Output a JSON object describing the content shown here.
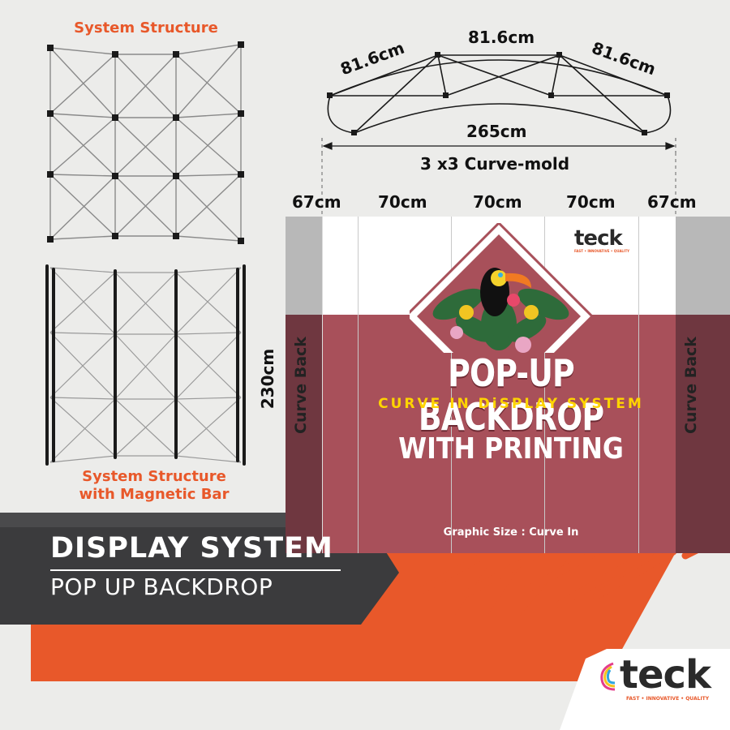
{
  "structure": {
    "top_label": "System Structure",
    "bottom_label_line1": "System Structure",
    "bottom_label_line2": "with Magnetic Bar"
  },
  "top_diagram": {
    "arc_left": "81.6cm",
    "arc_mid": "81.6cm",
    "arc_right": "81.6cm",
    "width": "265cm",
    "caption": "3 x3 Curve-mold"
  },
  "panel_widths": [
    "67cm",
    "70cm",
    "70cm",
    "70cm",
    "67cm"
  ],
  "height": "230cm",
  "backdrop": {
    "curve_back_left": "Curve Back",
    "curve_back_right": "Curve Back",
    "title": "POP-UP BACKDROP",
    "subtitle": "CURVE IN DiSPLAY SYSTEM",
    "with_printing": "WITH PRINTING",
    "graphic_size": "Graphic Size : Curve In"
  },
  "banner": {
    "title": "DISPLAY SYSTEM",
    "subtitle": "POP UP BACKDROP"
  },
  "brand": {
    "name": "teck",
    "tagline": "FAST • INNOVATIVE • QUALITY"
  },
  "colors": {
    "accent_orange": "#e8582a",
    "maroon": "#a8505a",
    "dark_banner": "#3a3a3c"
  }
}
